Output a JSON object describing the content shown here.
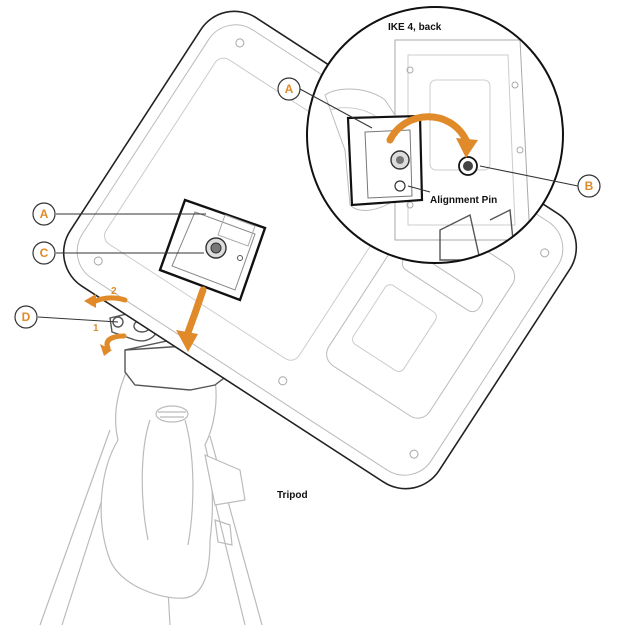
{
  "labels": {
    "title": "IKE 4, back",
    "alignment_pin": "Alignment Pin",
    "tripod": "Tripod"
  },
  "callouts": {
    "a_top": "A",
    "a_left": "A",
    "b": "B",
    "c": "C",
    "d": "D"
  },
  "steps": {
    "one": "1",
    "two": "2"
  },
  "colors": {
    "accent": "#e08a2a",
    "outline": "#555555",
    "light_line": "#bbbbbb",
    "dark_line": "#111111"
  }
}
